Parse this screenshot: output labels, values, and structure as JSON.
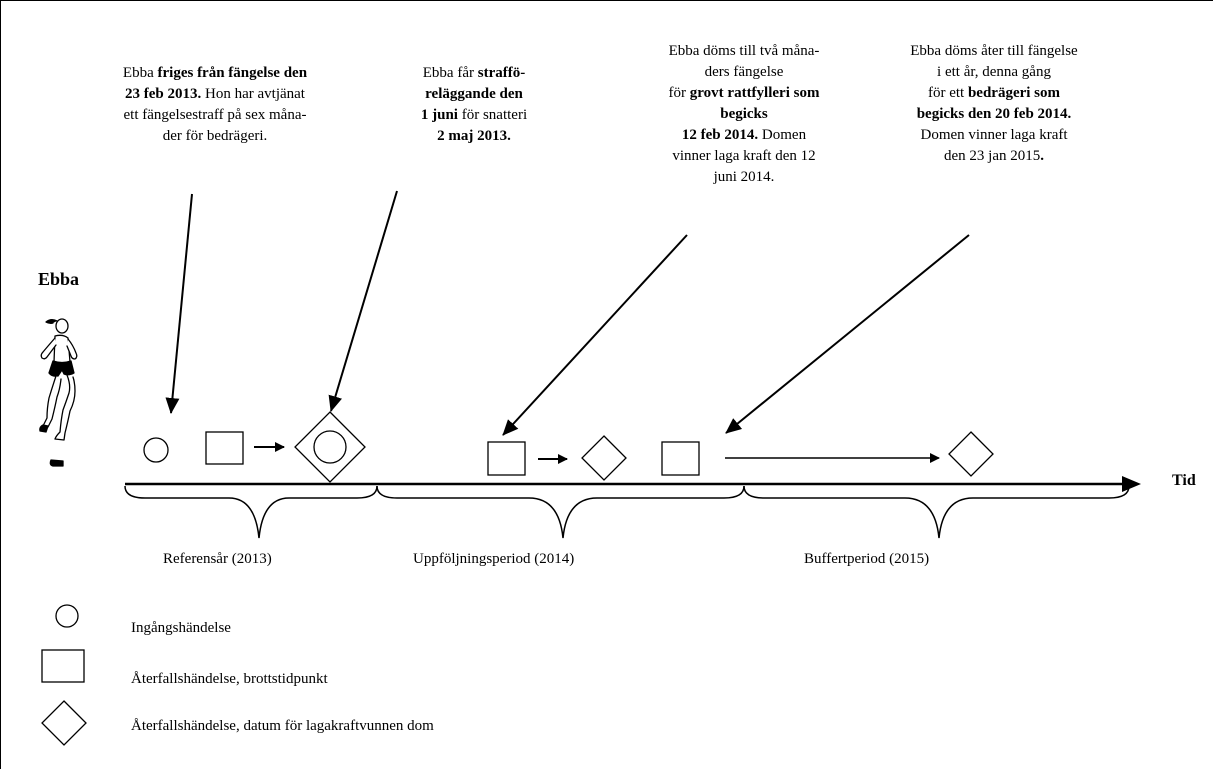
{
  "person": "Ebba",
  "axis_label": "Tid",
  "annotations": [
    {
      "lines": [
        [
          {
            "t": "Ebba ",
            "b": false
          },
          {
            "t": "friges från fängelse den",
            "b": true
          }
        ],
        [
          {
            "t": "23 feb 2013.",
            "b": true
          },
          {
            "t": " Hon har avtjänat",
            "b": false
          }
        ],
        [
          {
            "t": "ett fängelsestraff på sex måna-",
            "b": false
          }
        ],
        [
          {
            "t": "der för bedrägeri.",
            "b": false
          }
        ]
      ]
    },
    {
      "lines": [
        [
          {
            "t": "Ebba får ",
            "b": false
          },
          {
            "t": "straffö-",
            "b": true
          }
        ],
        [
          {
            "t": "reläggande den",
            "b": true
          }
        ],
        [
          {
            "t": "1 juni",
            "b": true
          },
          {
            "t": " för snatteri",
            "b": false
          }
        ],
        [
          {
            "t": "2 maj 2013.",
            "b": true
          }
        ]
      ]
    },
    {
      "lines": [
        [
          {
            "t": "Ebba döms till två måna-",
            "b": false
          }
        ],
        [
          {
            "t": "ders fängelse",
            "b": false
          }
        ],
        [
          {
            "t": "för ",
            "b": false
          },
          {
            "t": "grovt rattfylleri som",
            "b": true
          }
        ],
        [
          {
            "t": "begicks",
            "b": true
          }
        ],
        [
          {
            "t": "12 feb 2014.",
            "b": true
          },
          {
            "t": " Domen",
            "b": false
          }
        ],
        [
          {
            "t": "vinner laga kraft den 12",
            "b": false
          }
        ],
        [
          {
            "t": "juni 2014.",
            "b": false
          }
        ]
      ]
    },
    {
      "lines": [
        [
          {
            "t": "Ebba döms åter till fängelse",
            "b": false
          }
        ],
        [
          {
            "t": "i ett år, denna gång",
            "b": false
          }
        ],
        [
          {
            "t": "för ett ",
            "b": false
          },
          {
            "t": "bedrägeri som",
            "b": true
          }
        ],
        [
          {
            "t": "begicks den 20 feb 2014.",
            "b": true
          }
        ],
        [
          {
            "t": "Domen vinner laga kraft",
            "b": false
          }
        ],
        [
          {
            "t": "den 23 jan 2015",
            "b": false
          },
          {
            "t": ".",
            "b": true
          }
        ]
      ]
    }
  ],
  "periods": [
    "Referensår (2013)",
    "Uppföljningsperiod (2014)",
    "Buffertperiod (2015)"
  ],
  "legend": [
    {
      "symbol": "circle",
      "label": "Ingångshändelse"
    },
    {
      "symbol": "square",
      "label": "Återfallshändelse, brottstidpunkt"
    },
    {
      "symbol": "diamond",
      "label": "Återfallshändelse, datum för lagakraftvunnen dom"
    }
  ]
}
